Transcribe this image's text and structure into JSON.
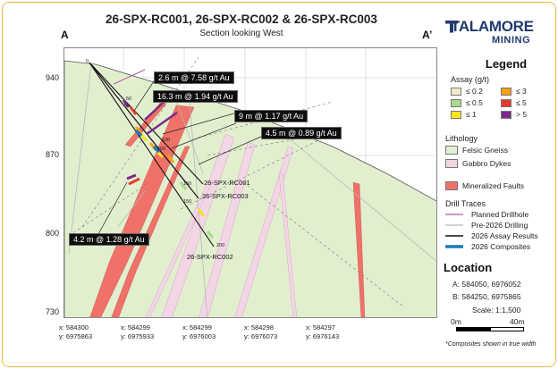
{
  "title": "26-SPX-RC001, 26-SPX-RC002 & 26-SPX-RC003",
  "subtitle": "Section looking West",
  "corner_left": "A",
  "corner_right": "A’",
  "logo": {
    "line1": "TALAMORE",
    "line2": "MINING"
  },
  "y_axis": {
    "ticks": [
      "940",
      "870",
      "800",
      "730"
    ]
  },
  "x_axis": {
    "ticks": [
      {
        "x": "x: 584300",
        "y": "y: 6975863"
      },
      {
        "x": "x: 584299",
        "y": "y: 6975933"
      },
      {
        "x": "x: 584299",
        "y": "y: 6976003"
      },
      {
        "x": "x: 584298",
        "y": "y: 6976073"
      },
      {
        "x": "x: 584297",
        "y": "y: 6976143"
      }
    ]
  },
  "callouts": [
    "2.6 m @ 7.58 g/t Au",
    "16.3 m @ 1.94 g/t Au",
    "9 m @ 1.17 g/t Au",
    "4.5 m @ 0.89 g/t Au",
    "4.2 m @ 1.28 g/t Au"
  ],
  "holes": [
    "26-SPX-RC001",
    "26-SPX-RC003",
    "26-SPX-RC002"
  ],
  "depth_labels": [
    "0",
    "50",
    "50",
    "100",
    "100",
    "150",
    "150",
    "200"
  ],
  "legend": {
    "title": "Legend",
    "assay_title": "Assay (g/t)",
    "assay_items": [
      {
        "label": "≤ 0.2",
        "color": "#f2ecc4"
      },
      {
        "label": "≤ 3",
        "color": "#f6a20c"
      },
      {
        "label": "≤ 0.5",
        "color": "#a9d98a"
      },
      {
        "label": "≤ 5",
        "color": "#e53a2e"
      },
      {
        "label": "≤ 1",
        "color": "#f5e61a"
      },
      {
        "label": "> 5",
        "color": "#7b2a8a"
      }
    ],
    "lithology_title": "Lithology",
    "lithology_items": [
      {
        "label": "Felsic Gneiss",
        "color": "#e2efcf"
      },
      {
        "label": "Gabbro Dykes",
        "color": "#f2d6e6"
      }
    ],
    "faults_label": "Mineralized Faults",
    "faults_color": "#ef7168",
    "traces_title": "Drill Traces",
    "traces": [
      {
        "label": "Planned Drillhole",
        "color": "#b05aa8"
      },
      {
        "label": "Pre-2026 Drilling",
        "color": "#b8b8b8"
      },
      {
        "label": "2026 Assay Results",
        "color": "#111111"
      },
      {
        "label": "2026 Composites",
        "color": "#1f78b4"
      }
    ]
  },
  "location": {
    "title": "Location",
    "a": "A:   584050, 6976052",
    "b": "B:   584250, 6975865",
    "scale": "Scale: 1:1,500",
    "scale_left": "0m",
    "scale_right": "40m"
  },
  "note": "*Composites shown in true width"
}
